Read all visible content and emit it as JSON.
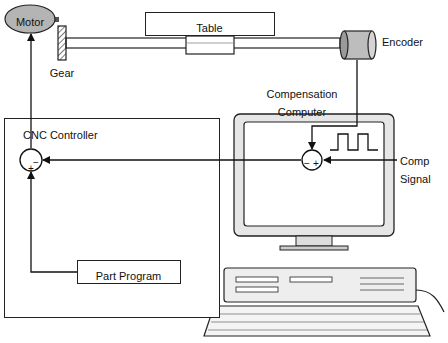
{
  "diagram": {
    "nodes": [
      {
        "text": [
          "Motor"
        ]
      },
      {
        "text": [
          "Gear"
        ]
      },
      {
        "text": [
          "Table"
        ]
      },
      {
        "text": [
          "Encoder"
        ]
      },
      {
        "text": [
          "CNC Controller"
        ]
      },
      {
        "text": [
          "−",
          "+"
        ],
        "in": 4
      },
      {
        "text": [
          "Part Program"
        ],
        "in": 4
      },
      {
        "text": [
          "Compensation Computer"
        ]
      },
      {
        "text": [
          "−",
          "+"
        ],
        "in": 7
      }
    ],
    "edges": [
      {
        "from": 3,
        "to": 8,
        "arrow": "to"
      },
      {
        "from": 8,
        "to": 5,
        "arrow": "to"
      },
      {
        "from": 6,
        "to": 5,
        "arrow": "to"
      },
      {
        "from": 5,
        "to": 0,
        "arrow": "to"
      }
    ],
    "labels": [
      "Comp Signal"
    ]
  }
}
